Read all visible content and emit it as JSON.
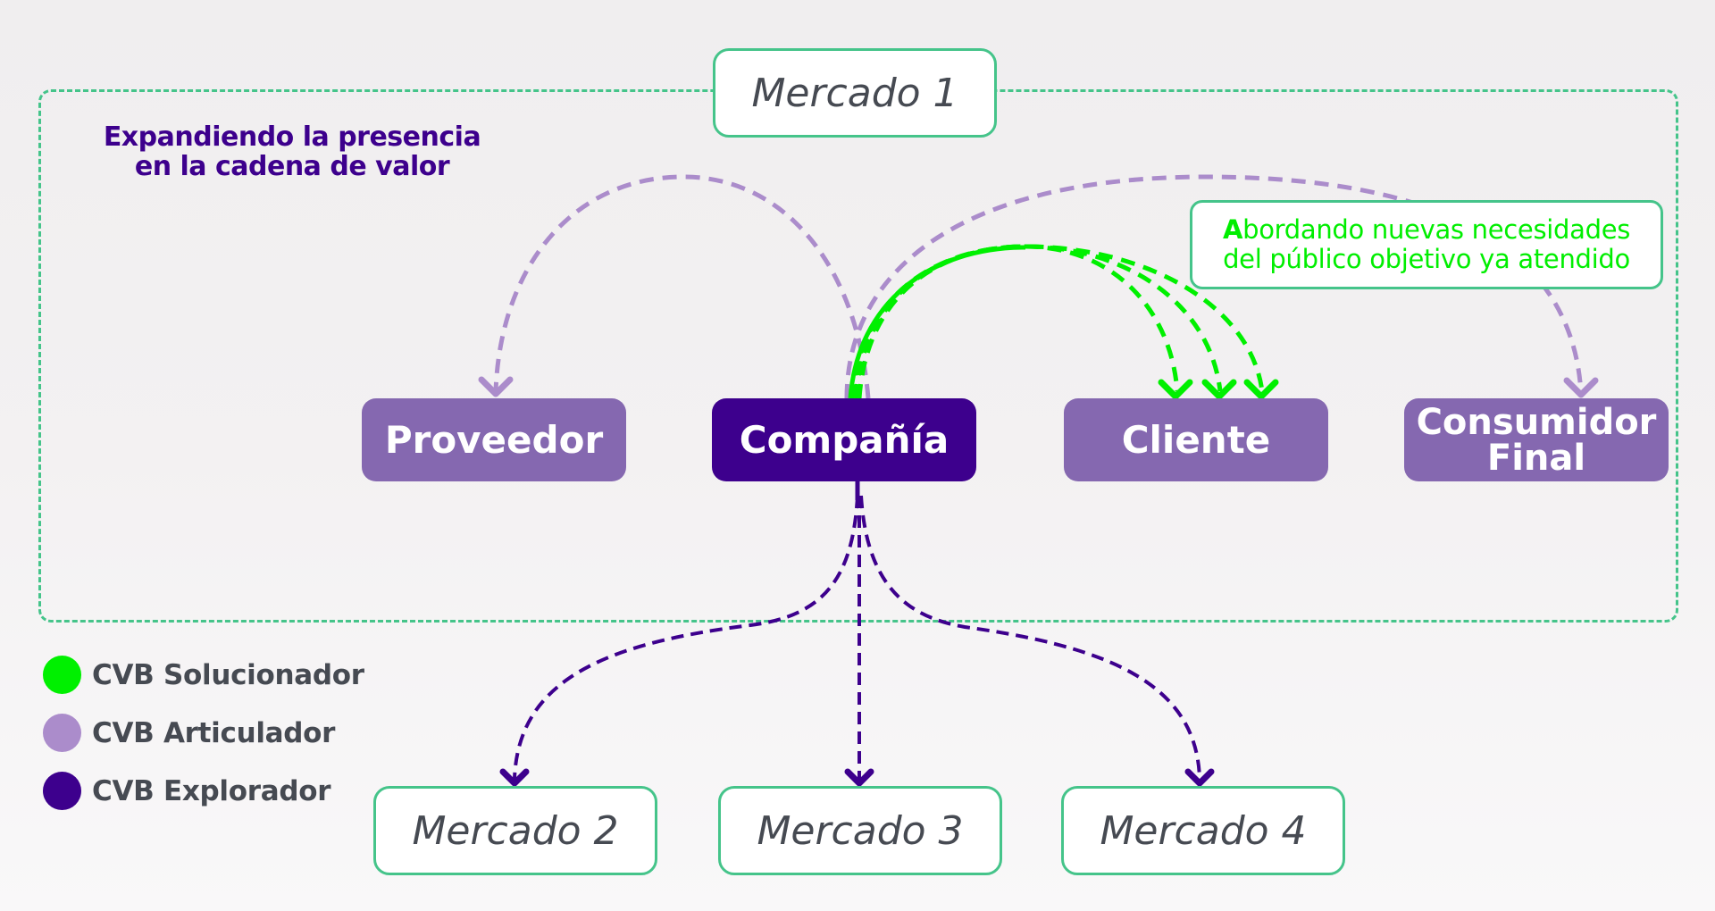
{
  "heading": {
    "line1": "Expandiendo la presencia",
    "line2": "en la cadena de valor"
  },
  "markets": {
    "m1": "Mercado 1",
    "m2": "Mercado 2",
    "m3": "Mercado 3",
    "m4": "Mercado 4"
  },
  "nodes": {
    "supplier": "Proveedor",
    "company": "Compañía",
    "client": "Cliente",
    "end_consumer_line1": "Consumidor",
    "end_consumer_line2": "Final"
  },
  "annotation": {
    "first_letter": "A",
    "line1_rest": "bordando nuevas necesidades",
    "line2": "del público objetivo ya atendido"
  },
  "legend": [
    {
      "label": "CVB Solucionador",
      "color": "#00f000"
    },
    {
      "label": "CVB Articulador",
      "color": "#ab8ccb"
    },
    {
      "label": "CVB Explorador",
      "color": "#3d008d"
    }
  ],
  "colors": {
    "solucionador": "#00f000",
    "articulador": "#ab8ccb",
    "explorador": "#3d008d",
    "market_border": "#45c48a",
    "node_light": "#8568b0",
    "node_dark": "#3d008d"
  },
  "edges": [
    {
      "from": "company",
      "to": "supplier",
      "type": "articulador"
    },
    {
      "from": "company",
      "to": "end_consumer",
      "type": "articulador"
    },
    {
      "from": "company",
      "to": "client",
      "type": "solucionador",
      "count": 3
    },
    {
      "from": "company",
      "to": "market_2",
      "type": "explorador"
    },
    {
      "from": "company",
      "to": "market_3",
      "type": "explorador"
    },
    {
      "from": "company",
      "to": "market_4",
      "type": "explorador"
    }
  ]
}
